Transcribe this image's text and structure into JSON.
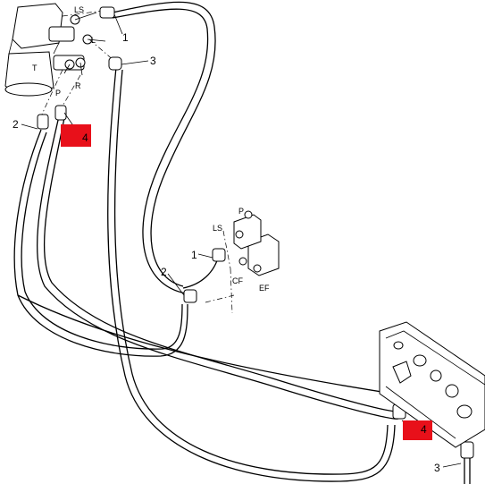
{
  "callouts": {
    "c1_top": "1",
    "c3_top": "3",
    "c2_left": "2",
    "c4_top": "4",
    "c1_mid": "1",
    "c2_mid": "2",
    "c4_bottom": "4",
    "c3_bottom": "3"
  },
  "port_labels": {
    "ls_top": "LS",
    "l": "L",
    "t": "T",
    "p_top": "P",
    "r": "R",
    "p_valve": "P",
    "ls_valve": "LS",
    "cf": "CF",
    "ef": "EF"
  },
  "colors": {
    "highlight": "#e8101a",
    "line": "#000000"
  }
}
